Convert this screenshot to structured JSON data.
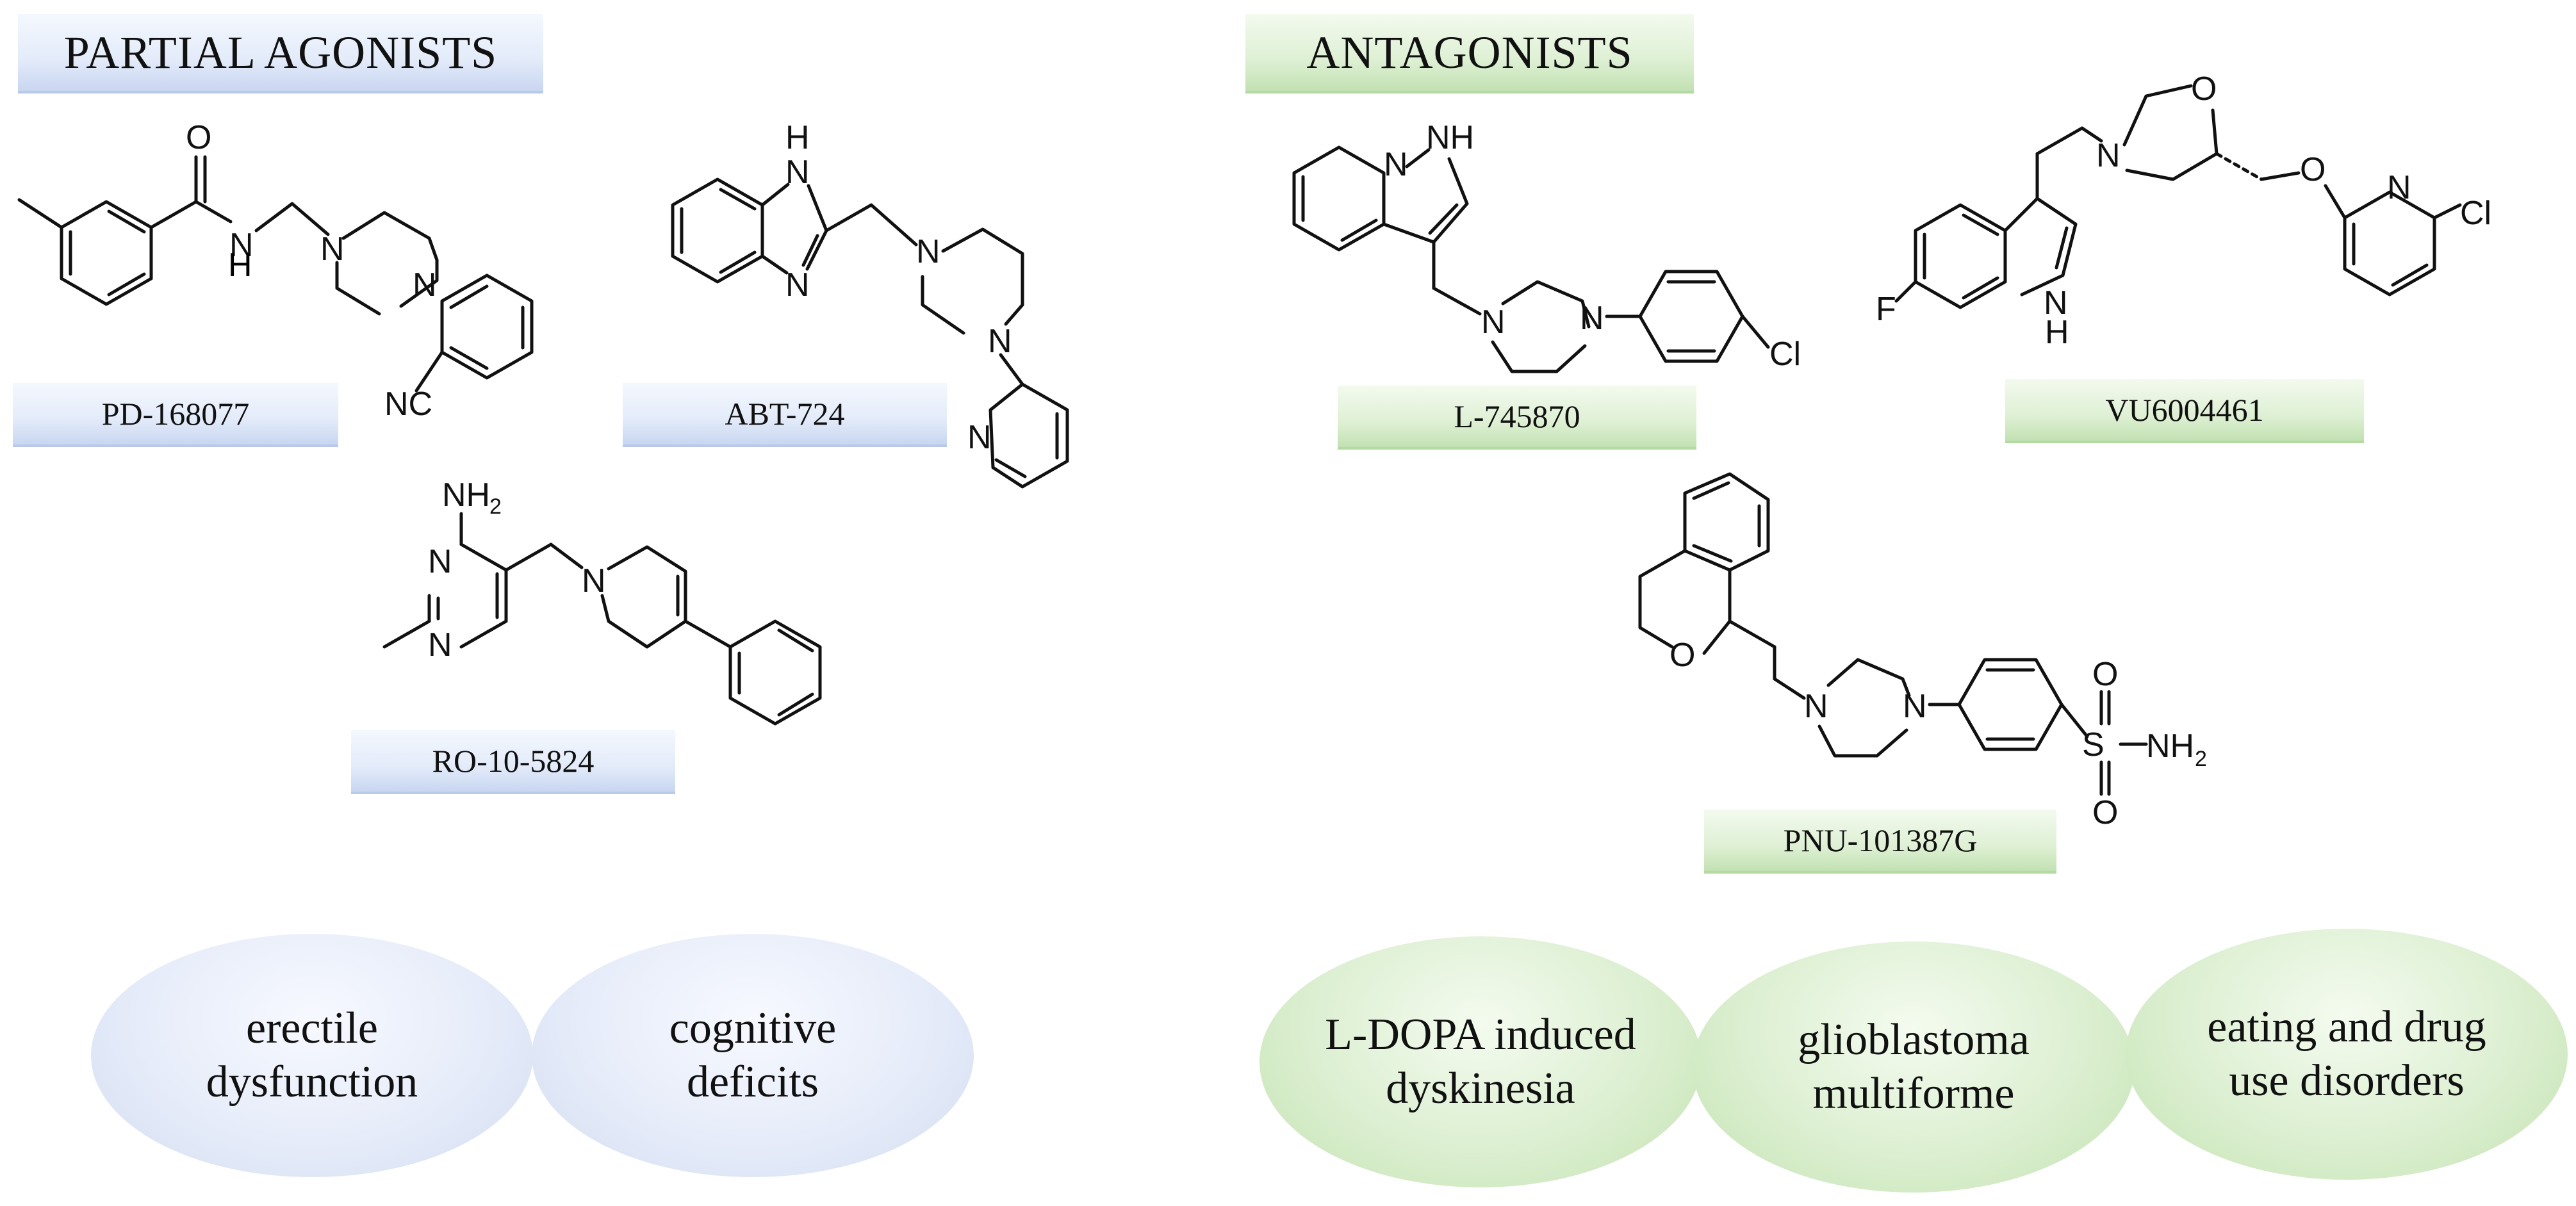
{
  "sections": {
    "partial_agonists": "PARTIAL AGONISTS",
    "antagonists": "ANTAGONISTS"
  },
  "compounds": {
    "pd": "PD-168077",
    "abt": "ABT-724",
    "ro": "RO-10-5824",
    "l745": "L-745870",
    "vu": "VU6004461",
    "pnu": "PNU-101387G"
  },
  "atoms": {
    "o": "O",
    "n": "N",
    "h": "H",
    "nh": "NH",
    "nc": "NC",
    "cl": "Cl",
    "f": "F",
    "s": "S",
    "nh2": "NH2",
    "nh2_main": "NH",
    "sub2": "2"
  },
  "indications": {
    "erectile_1": "erectile",
    "erectile_2": "dysfunction",
    "cognitive_1": "cognitive",
    "cognitive_2": "deficits",
    "ldopa_1": "L-DOPA induced",
    "ldopa_2": "dyskinesia",
    "glio_1": "glioblastoma",
    "glio_2": "multiforme",
    "eating_1": "eating and drug",
    "eating_2": "use disorders"
  },
  "colors": {
    "agonist_tint": "#dbe4f6",
    "antagonist_tint": "#d6ebca"
  }
}
